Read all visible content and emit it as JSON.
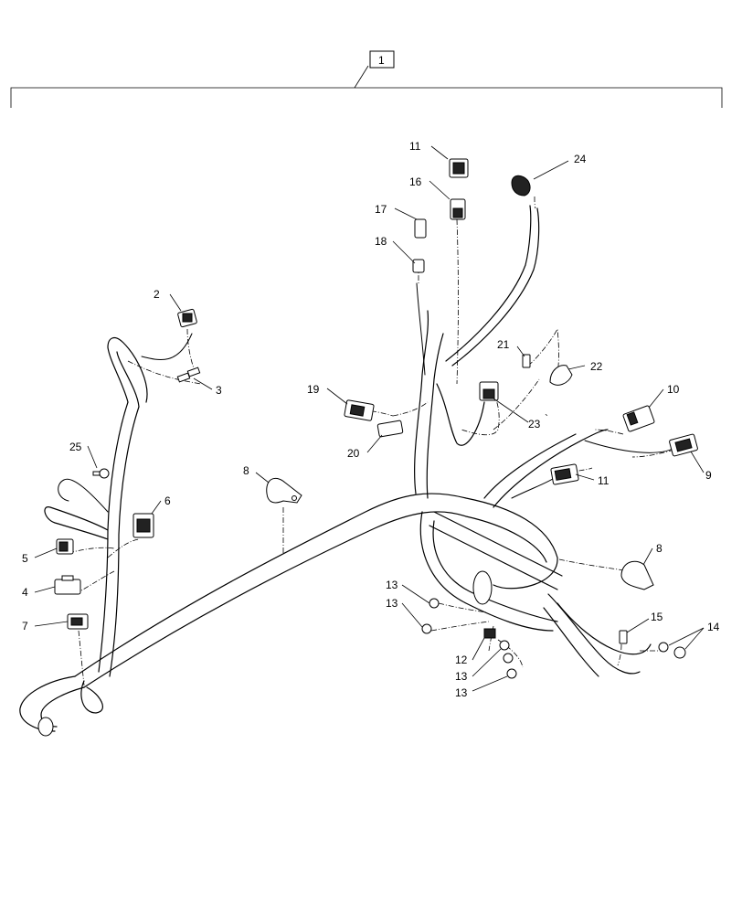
{
  "assembly_label": "1",
  "callouts": {
    "c2": "2",
    "c3": "3",
    "c4": "4",
    "c5": "5",
    "c6": "6",
    "c7": "7",
    "c8a": "8",
    "c8b": "8",
    "c9": "9",
    "c10": "10",
    "c11a": "11",
    "c11b": "11",
    "c12": "12",
    "c13a": "13",
    "c13b": "13",
    "c13c": "13",
    "c13d": "13",
    "c14": "14",
    "c15": "15",
    "c16": "16",
    "c17": "17",
    "c18": "18",
    "c19": "19",
    "c20": "20",
    "c21": "21",
    "c22": "22",
    "c23": "23",
    "c24": "24",
    "c25": "25"
  },
  "note_mark": "`"
}
